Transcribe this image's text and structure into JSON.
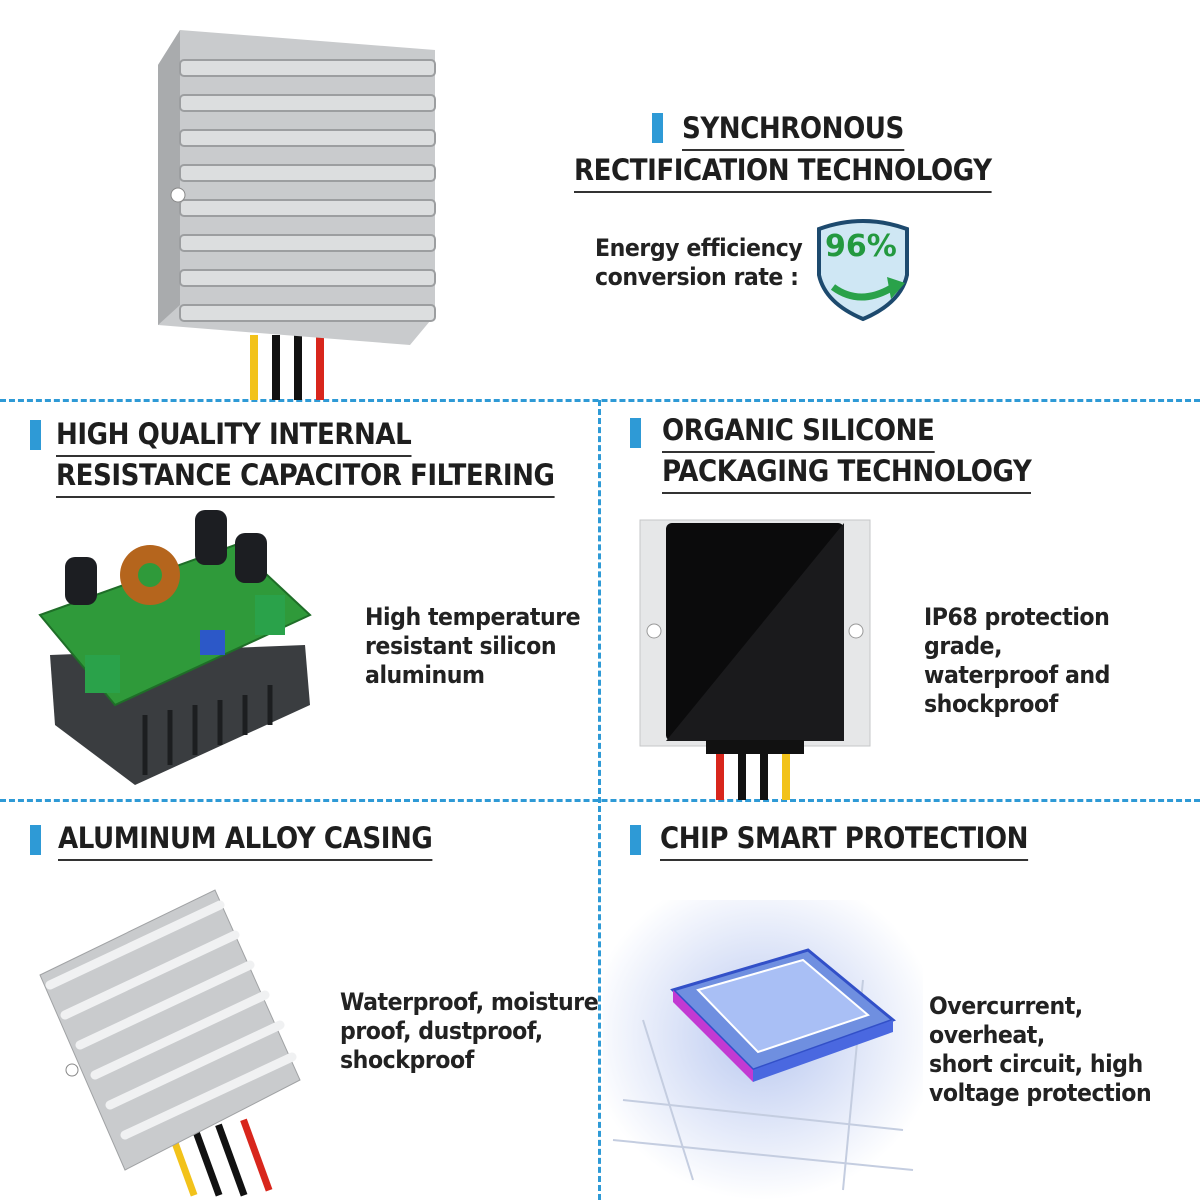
{
  "accent_color": "#2e9ad6",
  "sections": {
    "sync": {
      "title_line1": "SYNCHRONOUS",
      "title_line2": "RECTIFICATION TECHNOLOGY",
      "label_line1": "Energy efficiency",
      "label_line2": "conversion rate :",
      "badge_value": "96%",
      "badge_icon": "shield-arrow-icon"
    },
    "capacitor": {
      "title_line1": "HIGH QUALITY INTERNAL",
      "title_line2": "RESISTANCE CAPACITOR FILTERING",
      "desc": [
        "High temperature",
        "resistant silicon",
        "aluminum"
      ]
    },
    "silicone": {
      "title_line1": "ORGANIC SILICONE",
      "title_line2": "PACKAGING TECHNOLOGY",
      "desc": [
        "IP68 protection grade,",
        "waterproof and",
        "shockproof"
      ]
    },
    "casing": {
      "title_line1": "ALUMINUM ALLOY CASING",
      "desc": [
        "Waterproof, moisture",
        "proof, dustproof,",
        "shockproof"
      ]
    },
    "chip": {
      "title_line1": "CHIP SMART PROTECTION",
      "desc": [
        "Overcurrent, overheat,",
        "short circuit, high",
        "voltage protection"
      ]
    }
  }
}
